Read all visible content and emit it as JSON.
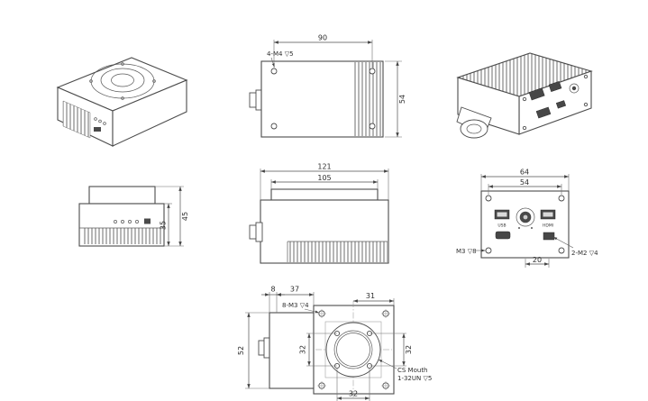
{
  "views": {
    "side_top": {
      "dim_hole_span": "90",
      "dim_height": "54",
      "note_holes": "4-M4 ▽5"
    },
    "front": {
      "dim_total_height": "45",
      "dim_body_height": "35"
    },
    "side": {
      "dim_total_length": "121",
      "dim_top_length": "105"
    },
    "rear": {
      "dim_total_width": "64",
      "dim_hole_span": "54",
      "dim_port_offset": "20",
      "note_left_hole": "M3 ▽8",
      "note_right_holes": "2-M2 ▽4",
      "label_usb": "USB",
      "label_hdmi": "HDMI"
    },
    "face": {
      "dim_offset": "8",
      "dim_body_width": "37",
      "dim_center_edge": "31",
      "dim_height": "52",
      "dim_hole_span_left": "32",
      "dim_hole_span_right": "32",
      "dim_hole_span_bottom": "32",
      "note_holes": "8-M3 ▽4",
      "note_mount_1": "CS Mouth",
      "note_mount_2": "1-32UN ▽5"
    }
  }
}
